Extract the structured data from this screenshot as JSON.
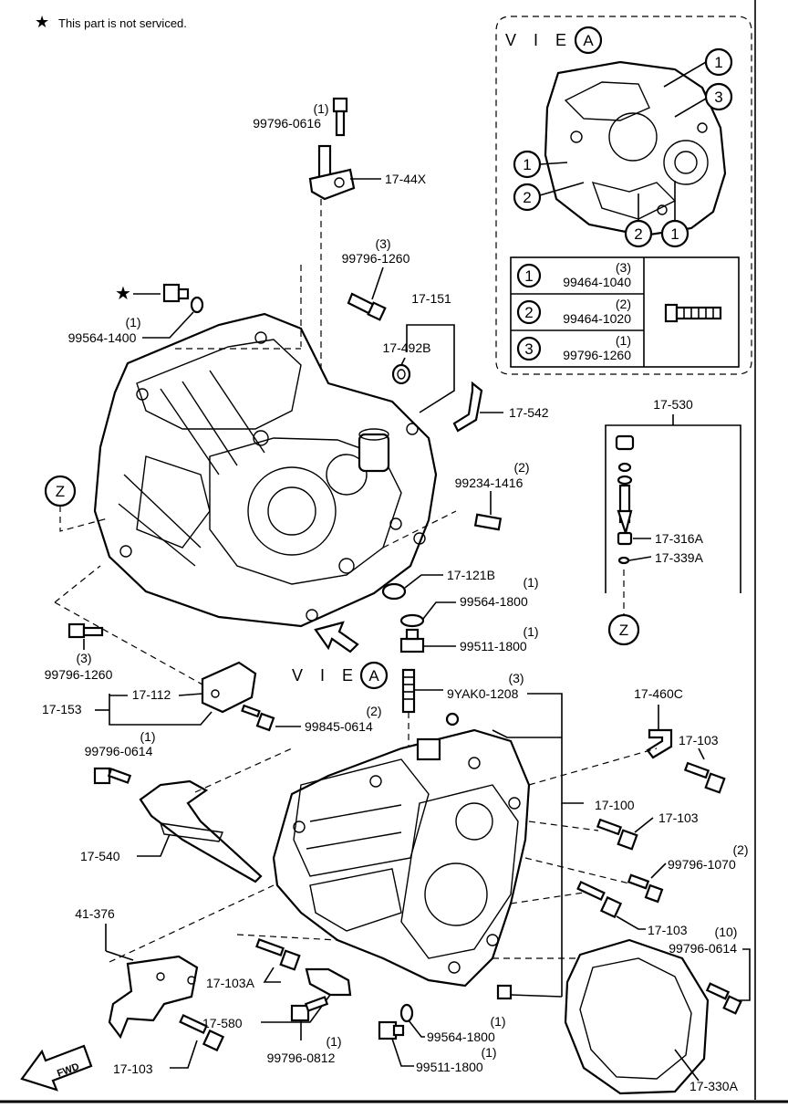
{
  "note": {
    "star": "★",
    "text": "This part is not serviced."
  },
  "view_a": {
    "title": "V I E W",
    "letter": "A",
    "callouts": [
      "1",
      "3",
      "1",
      "2",
      "2",
      "1"
    ],
    "table": [
      {
        "num": "1",
        "qty": "(3)",
        "part": "99464-1040"
      },
      {
        "num": "2",
        "qty": "(2)",
        "part": "99464-1020"
      },
      {
        "num": "3",
        "qty": "(1)",
        "part": "99796-1260"
      }
    ]
  },
  "view_a_arrow": {
    "title": "V I E W",
    "letter": "A"
  },
  "markers": {
    "z_top": "Z",
    "z_right": "Z"
  },
  "labels": {
    "l_99796_0616": {
      "qty": "(1)",
      "part": "99796-0616"
    },
    "l_17_44x": "17-44X",
    "l_99796_1260_top": {
      "qty": "(3)",
      "part": "99796-1260"
    },
    "l_17_151": "17-151",
    "l_17_492b": "17-492B",
    "l_99564_1400": {
      "qty": "(1)",
      "part": "99564-1400"
    },
    "l_17_542": "17-542",
    "l_17_530": "17-530",
    "l_99234_1416": {
      "qty": "(2)",
      "part": "99234-1416"
    },
    "l_17_316a": "17-316A",
    "l_17_339a": "17-339A",
    "l_17_121b": "17-121B",
    "l_99564_1800_a": {
      "qty": "(1)",
      "part": "99564-1800"
    },
    "l_99511_1800_a": {
      "qty": "(1)",
      "part": "99511-1800"
    },
    "l_99796_1260_left": {
      "qty": "(3)",
      "part": "99796-1260"
    },
    "l_17_153": "17-153",
    "l_17_112": "17-112",
    "l_9yak0": {
      "qty": "(3)",
      "part": "9YAK0-1208"
    },
    "l_99845_0614": {
      "qty": "(2)",
      "part": "99845-0614"
    },
    "l_17_460c": "17-460C",
    "l_99796_0614_a": {
      "qty": "(1)",
      "part": "99796-0614"
    },
    "l_17_103_a": "17-103",
    "l_17_100": "17-100",
    "l_17_103_b": "17-103",
    "l_17_540": "17-540",
    "l_99796_1070": {
      "qty": "(2)",
      "part": "99796-1070"
    },
    "l_41_376": "41-376",
    "l_17_103_c": "17-103",
    "l_99796_0614_b": {
      "qty": "(10)",
      "part": "99796-0614"
    },
    "l_17_103a": "17-103A",
    "l_17_580": "17-580",
    "l_99564_1800_b": {
      "qty": "(1)",
      "part": "99564-1800"
    },
    "l_99796_0812": {
      "qty": "(1)",
      "part": "99796-0812"
    },
    "l_99511_1800_b": {
      "qty": "(1)",
      "part": "99511-1800"
    },
    "l_17_103_d": "17-103",
    "l_17_330a": "17-330A",
    "fwd": "FWD"
  }
}
